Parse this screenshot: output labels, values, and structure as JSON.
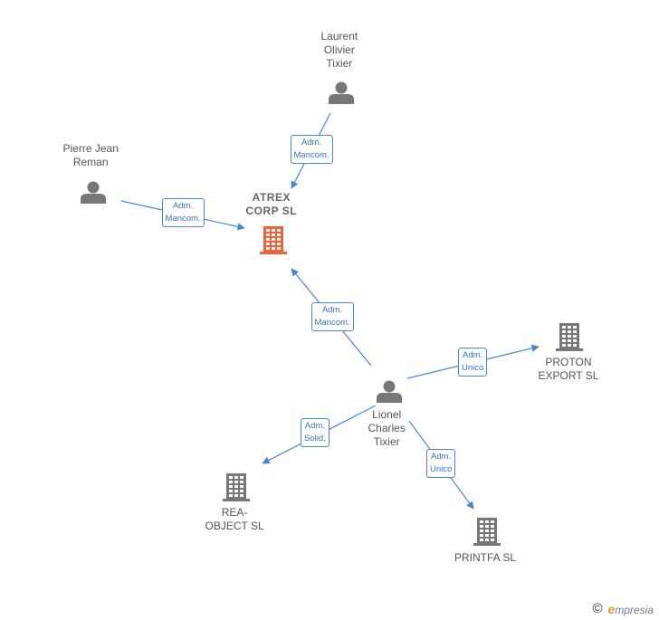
{
  "nodes": [
    {
      "id": "atrex",
      "label": "ATREX\nCORP  SL",
      "kind": "company",
      "main": true
    },
    {
      "id": "laurent",
      "label": "Laurent\nOlivier\nTixier",
      "kind": "person"
    },
    {
      "id": "pierre",
      "label": "Pierre Jean\nReman",
      "kind": "person"
    },
    {
      "id": "lionel",
      "label": "Lionel\nCharles\nTixier",
      "kind": "person"
    },
    {
      "id": "proton",
      "label": "PROTON\nEXPORT  SL",
      "kind": "company"
    },
    {
      "id": "rea",
      "label": "REA-\nOBJECT  SL",
      "kind": "company"
    },
    {
      "id": "printfa",
      "label": "PRINTFA SL",
      "kind": "company"
    }
  ],
  "edges": [
    {
      "from": "laurent",
      "to": "atrex",
      "label": "Adm.\nMancom."
    },
    {
      "from": "pierre",
      "to": "atrex",
      "label": "Adm.\nMancom."
    },
    {
      "from": "lionel",
      "to": "atrex",
      "label": "Adm.\nMancom."
    },
    {
      "from": "lionel",
      "to": "proton",
      "label": "Adm.\nUnico"
    },
    {
      "from": "lionel",
      "to": "rea",
      "label": "Adm.\nSolid."
    },
    {
      "from": "lionel",
      "to": "printfa",
      "label": "Adm.\nUnico"
    }
  ],
  "colors": {
    "main_company": "#f0623a",
    "company": "#777777",
    "person": "#777777",
    "edge": "#4a86cf"
  },
  "footer": {
    "copyright": "©",
    "brand_initial": "e",
    "brand_rest": "mpresia"
  }
}
